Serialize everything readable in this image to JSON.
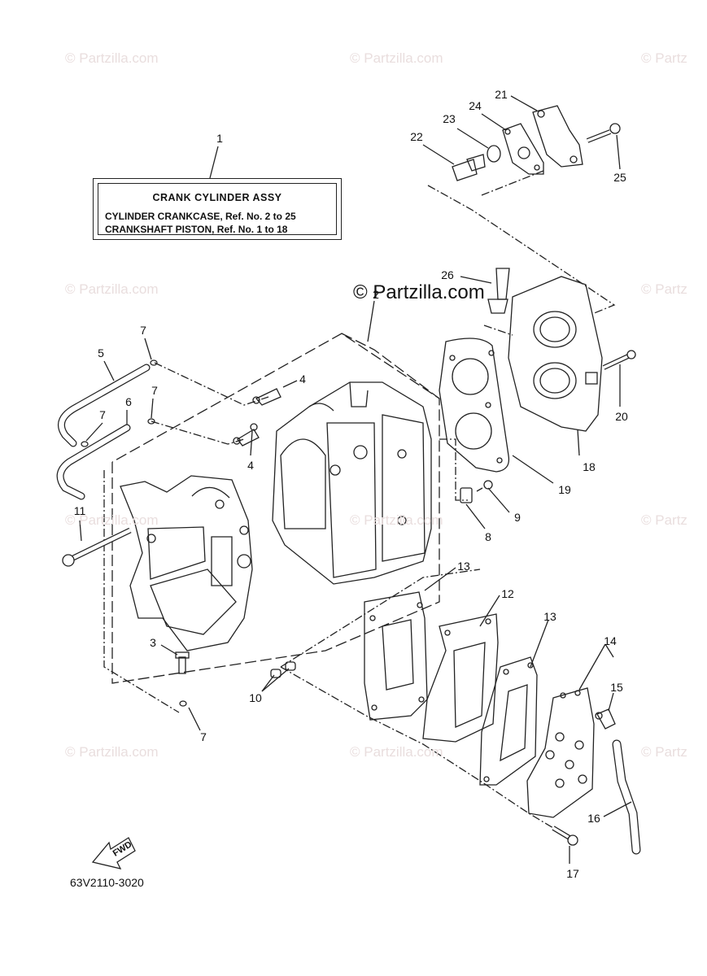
{
  "watermarks": [
    "© Partzilla.com",
    "© Partzilla.com",
    "© Partz",
    "© Partzilla.com",
    "© Partz",
    "© Partzilla.com",
    "© Partzilla.com",
    "© Partz",
    "© Partzilla.com",
    "© Partzilla.com",
    "© Partz"
  ],
  "brand_watermark": "© Partzilla.com",
  "title_box": {
    "heading": "CRANK  CYLINDER ASSY",
    "line1": "CYLINDER CRANKCASE,  Ref. No. 2 to 25",
    "line2": "CRANKSHAFT PISTON,     Ref. No. 1 to 18"
  },
  "fwd_label": "FWD",
  "part_number": "63V2110-3020",
  "callouts": [
    "1",
    "2",
    "3",
    "4",
    "4",
    "5",
    "6",
    "7",
    "7",
    "7",
    "7",
    "8",
    "9",
    "10",
    "11",
    "12",
    "13",
    "13",
    "14",
    "15",
    "16",
    "17",
    "18",
    "19",
    "20",
    "21",
    "22",
    "23",
    "24",
    "25",
    "26"
  ],
  "colors": {
    "line": "#222222",
    "watermark": "#e9dede",
    "background": "#ffffff"
  }
}
